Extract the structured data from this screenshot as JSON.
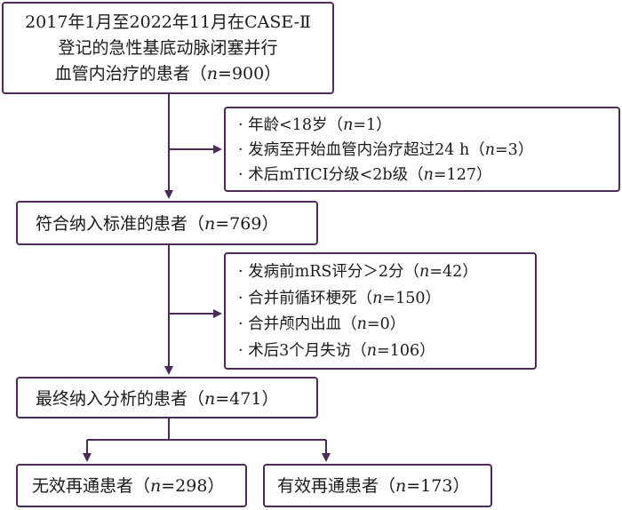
{
  "colors": {
    "border": "#4a2c56",
    "arrow": "#4a2c56",
    "text": "#1a1a1a",
    "background": "#ffffff"
  },
  "boxes": {
    "initial": {
      "lines": [
        "2017年1月至2022年11月在CASE-Ⅱ",
        "登记的急性基底动脉闭塞并行",
        "血管内治疗的患者（n=900）"
      ]
    },
    "exclusion1": {
      "items": [
        "· 年龄<18岁（n=1）",
        "· 发病至开始血管内治疗超过24 h（n=3）",
        "· 术后mTICI分级<2b级（n=127）"
      ]
    },
    "eligible": {
      "text": "符合纳入标准的患者（n=769）"
    },
    "exclusion2": {
      "items": [
        "· 发病前mRS评分＞2分（n=42）",
        "· 合并前循环梗死（n=150）",
        "· 合并颅内出血（n=0）",
        "· 术后3个月失访（n=106）"
      ]
    },
    "final": {
      "text": "最终纳入分析的患者（n=471）"
    },
    "ineffective": {
      "text": "无效再通患者（n=298）"
    },
    "effective": {
      "text": "有效再通患者（n=173）"
    }
  }
}
